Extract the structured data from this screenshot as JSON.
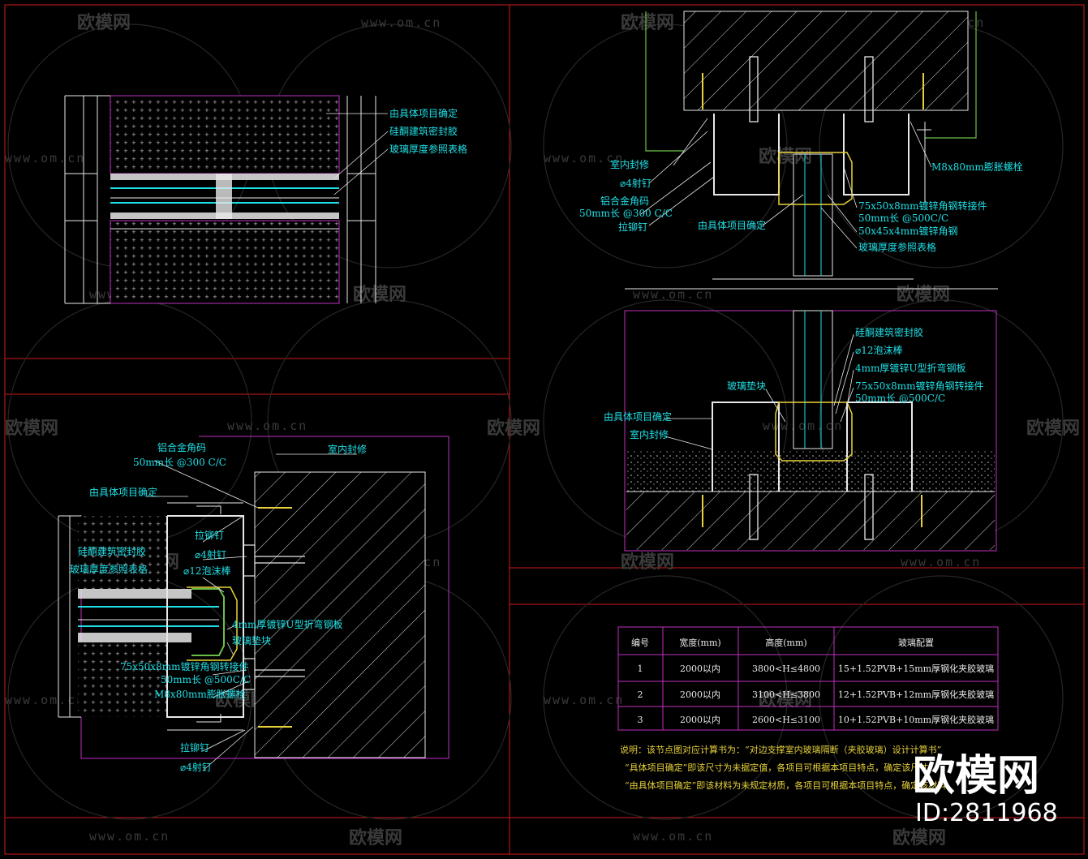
{
  "colors": {
    "background": "#000000",
    "frame_red": "#d01818",
    "magenta": "#c030c0",
    "cyan": "#1fe0e6",
    "yellow": "#e8d23a",
    "green": "#6cc04a",
    "white": "#e8e8e8"
  },
  "watermark": {
    "url": "www.om.cn",
    "logo": "欧模网",
    "big_logo": "欧模网",
    "id": "ID:2811968"
  },
  "plan_view": {
    "label_1": "由具体项目确定",
    "label_2": "硅酮建筑密封胶",
    "label_3": "玻璃厚度参照表格"
  },
  "side_section": {
    "label_1": "铝合金角码",
    "label_2": "50mm长 @300 C/C",
    "label_3": "室内封修",
    "label_4": "由具体项目确定",
    "label_5": "拉铆钉",
    "label_6": "⌀4射钉",
    "label_7": "⌀12泡沫棒",
    "label_8": "硅酮建筑密封胶",
    "label_9": "玻璃厚度参照表格",
    "label_10": "4mm厚镀锌U型折弯钢板",
    "label_11": "玻璃垫块",
    "label_12": "75x50x8mm镀锌角钢转接件",
    "label_13": "50mm长 @500C/C",
    "label_14": "M8x80mm膨胀螺栓",
    "label_15": "拉铆钉",
    "label_16": "⌀4射钉"
  },
  "top_section": {
    "label_1": "室内封修",
    "label_2": "⌀4射钉",
    "label_3": "铝合金角码",
    "label_4": "50mm长 @300 C/C",
    "label_5": "拉铆钉",
    "label_6": "由具体项目确定",
    "label_7": "M8x80mm膨胀螺栓",
    "label_8": "75x50x8mm镀锌角钢转接件",
    "label_9": "50mm长 @500C/C",
    "label_10": "50x45x4mm镀锌角钢",
    "label_11": "玻璃厚度参照表格"
  },
  "bottom_section": {
    "label_1": "硅酮建筑密封胶",
    "label_2": "⌀12泡沫棒",
    "label_3": "4mm厚镀锌U型折弯钢板",
    "label_4": "75x50x8mm镀锌角钢转接件",
    "label_5": "50mm长 @500C/C",
    "label_6": "玻璃垫块",
    "label_7": "由具体项目确定",
    "label_8": "室内封修"
  },
  "glass_table": {
    "headers": [
      "编号",
      "宽度(mm)",
      "高度(mm)",
      "玻璃配置"
    ],
    "rows": [
      [
        "1",
        "2000以内",
        "3800<H≤4800",
        "15+1.52PVB+15mm厚钢化夹胶玻璃"
      ],
      [
        "2",
        "2000以内",
        "3100<H≤3800",
        "12+1.52PVB+12mm厚钢化夹胶玻璃"
      ],
      [
        "3",
        "2000以内",
        "2600<H≤3100",
        "10+1.52PVB+10mm厚钢化夹胶玻璃"
      ]
    ]
  },
  "notes": {
    "line_1": "说明：该节点图对应计算书为：“对边支撑室内玻璃隔断（夹胶玻璃）设计计算书”",
    "line_2": "“具体项目确定”即该尺寸为未据定值，各项目可根据本项目特点，确定该尺寸",
    "line_3": "“由具体项目确定”即该材料为未规定材质，各项目可根据本项目特点，确定该材料"
  }
}
